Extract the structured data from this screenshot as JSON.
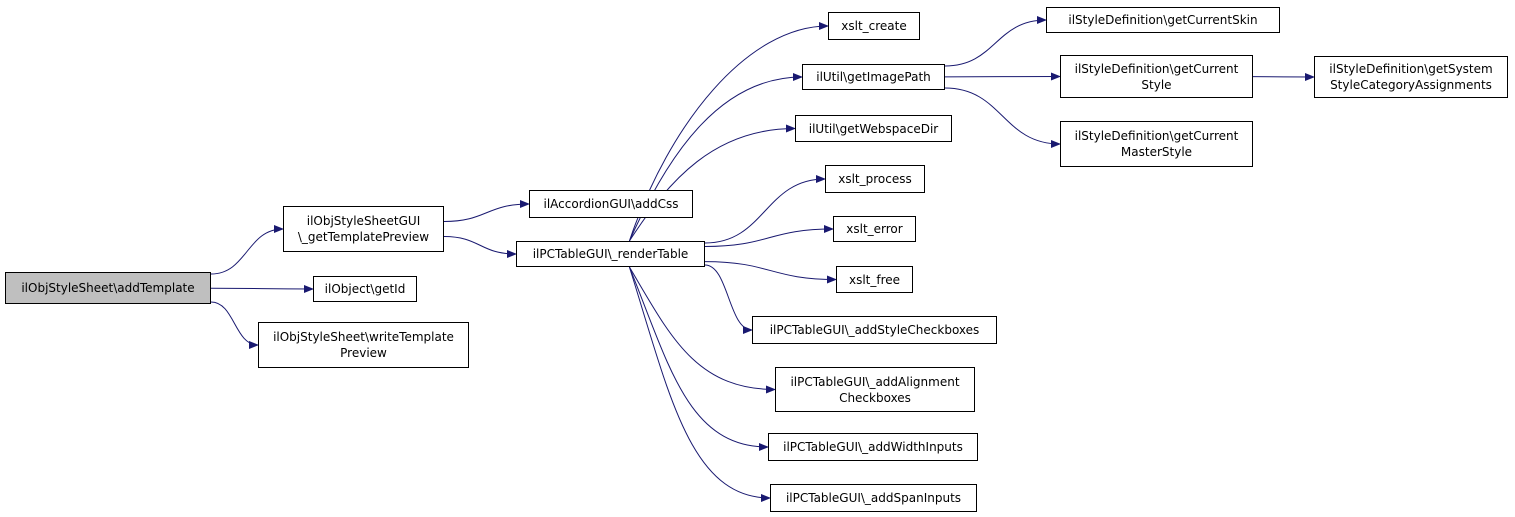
{
  "colors": {
    "edge": "#191970",
    "node_border": "#000000",
    "root_fill": "#bfbfbf",
    "node_fill": "#ffffff"
  },
  "nodes": {
    "add_template": "ilObjStyleSheet\\addTemplate",
    "get_template_preview": "ilObjStyleSheetGUI\n\\_getTemplatePreview",
    "get_id": "ilObject\\getId",
    "write_template_preview": "ilObjStyleSheet\\writeTemplate\nPreview",
    "add_css": "ilAccordionGUI\\addCss",
    "render_table": "ilPCTableGUI\\_renderTable",
    "xslt_create": "xslt_create",
    "get_image_path": "ilUtil\\getImagePath",
    "get_webspace_dir": "ilUtil\\getWebspaceDir",
    "xslt_process": "xslt_process",
    "xslt_error": "xslt_error",
    "xslt_free": "xslt_free",
    "add_style_checkboxes": "ilPCTableGUI\\_addStyleCheckboxes",
    "add_alignment_checkboxes": "ilPCTableGUI\\_addAlignment\nCheckboxes",
    "add_width_inputs": "ilPCTableGUI\\_addWidthInputs",
    "add_span_inputs": "ilPCTableGUI\\_addSpanInputs",
    "get_current_skin": "ilStyleDefinition\\getCurrentSkin",
    "get_current_style": "ilStyleDefinition\\getCurrent\nStyle",
    "get_current_master_style": "ilStyleDefinition\\getCurrent\nMasterStyle",
    "get_system_style_category_assignments": "ilStyleDefinition\\getSystem\nStyleCategoryAssignments"
  },
  "edges": [
    [
      "add_template",
      "get_template_preview"
    ],
    [
      "add_template",
      "get_id"
    ],
    [
      "add_template",
      "write_template_preview"
    ],
    [
      "get_template_preview",
      "add_css"
    ],
    [
      "get_template_preview",
      "render_table"
    ],
    [
      "render_table",
      "xslt_create"
    ],
    [
      "render_table",
      "get_image_path"
    ],
    [
      "render_table",
      "get_webspace_dir"
    ],
    [
      "render_table",
      "xslt_process"
    ],
    [
      "render_table",
      "xslt_error"
    ],
    [
      "render_table",
      "xslt_free"
    ],
    [
      "render_table",
      "add_style_checkboxes"
    ],
    [
      "render_table",
      "add_alignment_checkboxes"
    ],
    [
      "render_table",
      "add_width_inputs"
    ],
    [
      "render_table",
      "add_span_inputs"
    ],
    [
      "get_image_path",
      "get_current_skin"
    ],
    [
      "get_image_path",
      "get_current_style"
    ],
    [
      "get_image_path",
      "get_current_master_style"
    ],
    [
      "get_current_style",
      "get_system_style_category_assignments"
    ]
  ]
}
